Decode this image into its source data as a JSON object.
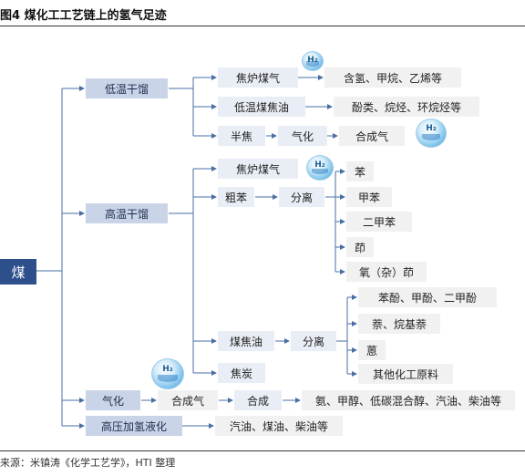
{
  "title": "图4  煤化工工艺链上的氢气足迹",
  "footer": "来源：米镇涛《化学工艺学》，HTI 整理",
  "h2_label": "H₂",
  "root": "煤",
  "level1": {
    "low_temp": "低温干馏",
    "high_temp": "高温干馏",
    "gasify": "气化",
    "liquefy": "高压加氢液化"
  },
  "low": {
    "coke_gas": "焦炉煤气",
    "coke_gas_out": "含氢、甲烷、乙烯等",
    "tar": "低温煤焦油",
    "tar_out": "酚类、烷烃、环烷烃等",
    "semi_coke": "半焦",
    "semi_gasify": "气化",
    "semi_syngas": "合成气"
  },
  "high": {
    "coke_gas": "焦炉煤气",
    "crude_benzene": "粗苯",
    "separate1": "分离",
    "benzene": "苯",
    "toluene": "甲苯",
    "xylene": "二甲苯",
    "indene": "茚",
    "hydrindene": "氧（杂）茚",
    "coal_tar": "煤焦油",
    "separate2": "分离",
    "phenols": "苯酚、甲酚、二甲酚",
    "naphthalene": "萘、烷基萘",
    "anthracene": "蒽",
    "other_raw": "其他化工原料",
    "coke": "焦炭"
  },
  "gas": {
    "syngas": "合成气",
    "synthesis": "合成",
    "products": "氨、甲醇、低碳混合醇、汽油、柴油等"
  },
  "liq": {
    "products": "汽油、煤油、柴油等"
  }
}
